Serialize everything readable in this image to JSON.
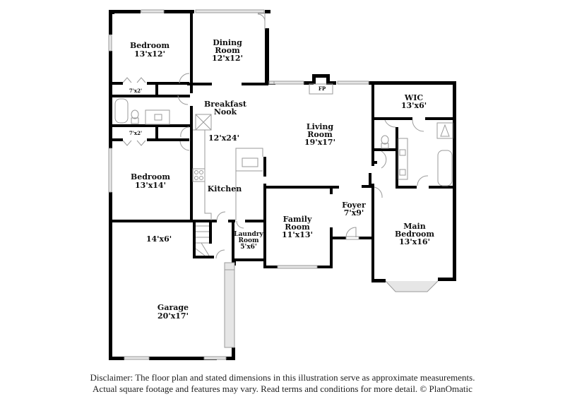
{
  "floorplan": {
    "rooms": [
      {
        "id": "bedroom-1",
        "name": "Bedroom",
        "dims": "13'x12'"
      },
      {
        "id": "dining-room",
        "name_line1": "Dining",
        "name_line2": "Room",
        "dims": "12'x12'"
      },
      {
        "id": "closet-1",
        "dims": "7'x2'"
      },
      {
        "id": "closet-2",
        "dims": "7'x2'"
      },
      {
        "id": "breakfast-nook",
        "name_line1": "Breakfast",
        "name_line2": "Nook",
        "dims": "12'x24'"
      },
      {
        "id": "fireplace",
        "name": "FP"
      },
      {
        "id": "living-room",
        "name_line1": "Living",
        "name_line2": "Room",
        "dims": "19'x17'"
      },
      {
        "id": "wic",
        "name": "WIC",
        "dims": "13'x6'"
      },
      {
        "id": "bedroom-2",
        "name": "Bedroom",
        "dims": "13'x14'"
      },
      {
        "id": "kitchen",
        "name": "Kitchen"
      },
      {
        "id": "storage",
        "dims": "14'x6'"
      },
      {
        "id": "laundry-room",
        "name_line1": "Laundry",
        "name_line2": "Room",
        "dims": "5'x6'"
      },
      {
        "id": "family-room",
        "name_line1": "Family",
        "name_line2": "Room",
        "dims": "11'x13'"
      },
      {
        "id": "foyer",
        "name": "Foyer",
        "dims": "7'x9'"
      },
      {
        "id": "main-bedroom",
        "name_line1": "Main",
        "name_line2": "Bedroom",
        "dims": "13'x16'"
      },
      {
        "id": "garage",
        "name": "Garage",
        "dims": "20'x17'"
      }
    ]
  },
  "disclaimer": {
    "line1": "Disclaimer: The floor plan and stated dimensions in this illustration serve as approximate measurements.",
    "line2": "Actual square footage and features may vary. Read terms and conditions for more detail. © PlanOmatic"
  },
  "colors": {
    "wall": "#000000",
    "window": "#e6e6e6",
    "fixture": "#9a9a9a",
    "background": "#ffffff"
  }
}
